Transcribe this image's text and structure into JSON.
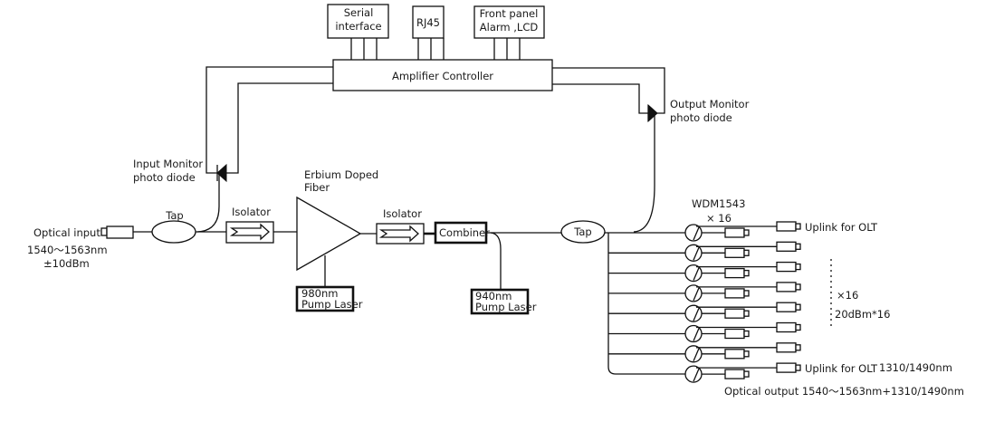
{
  "title": "EDFA amplifier block diagram",
  "interfaces": {
    "serial": [
      "Serial",
      "interface"
    ],
    "rj45": "RJ45",
    "front_panel": [
      "Front panel",
      "Alarm ,LCD"
    ]
  },
  "controller": "Amplifier Controller",
  "input": {
    "label": "Optical input",
    "wavelength": "1540～1563nm",
    "power": "±10dBm"
  },
  "input_monitor": [
    "Input Monitor",
    "photo diode"
  ],
  "output_monitor": [
    "Output Monitor",
    "photo diode"
  ],
  "tap_label": "Tap",
  "isolator_label": "Isolator",
  "edf": [
    "Erbium Doped",
    "Fiber"
  ],
  "pump1": [
    "980nm",
    "Pump Laser"
  ],
  "pump2": [
    "940nm",
    "Pump Laser"
  ],
  "combiner": "Combiner",
  "wdm": {
    "label": "WDM1543",
    "count": "× 16"
  },
  "outputs": {
    "uplink_top": "Uplink for OLT",
    "uplink_bottom": "Uplink for OLT",
    "uplink_bottom_wl": "1310/1490nm",
    "multiplier": "×16",
    "power": "20dBm*16",
    "optical_output": "Optical  output  1540～1563nm+1310/1490nm",
    "visible_channels": 8
  }
}
